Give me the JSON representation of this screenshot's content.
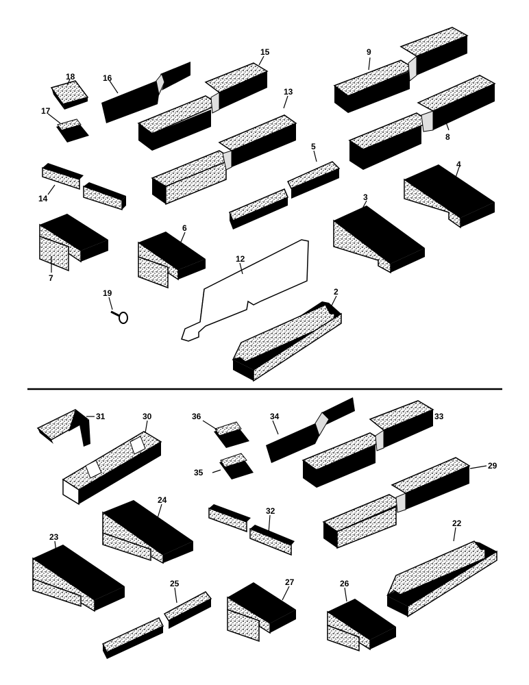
{
  "colors": {
    "ink": "#000000",
    "speckle": "#e8e8e8",
    "paper": "#ffffff"
  },
  "callouts": {
    "c2": "2",
    "c3": "3",
    "c4": "4",
    "c5": "5",
    "c6": "6",
    "c7": "7",
    "c8": "8",
    "c9": "9",
    "c12": "12",
    "c13": "13",
    "c14": "14",
    "c15": "15",
    "c16": "16",
    "c17": "17",
    "c18": "18",
    "c19": "19",
    "c22": "22",
    "c23": "23",
    "c24": "24",
    "c25": "25",
    "c26": "26",
    "c27": "27",
    "c29": "29",
    "c30": "30",
    "c31": "31",
    "c32": "32",
    "c33": "33",
    "c34": "34",
    "c35": "35",
    "c36": "36"
  }
}
